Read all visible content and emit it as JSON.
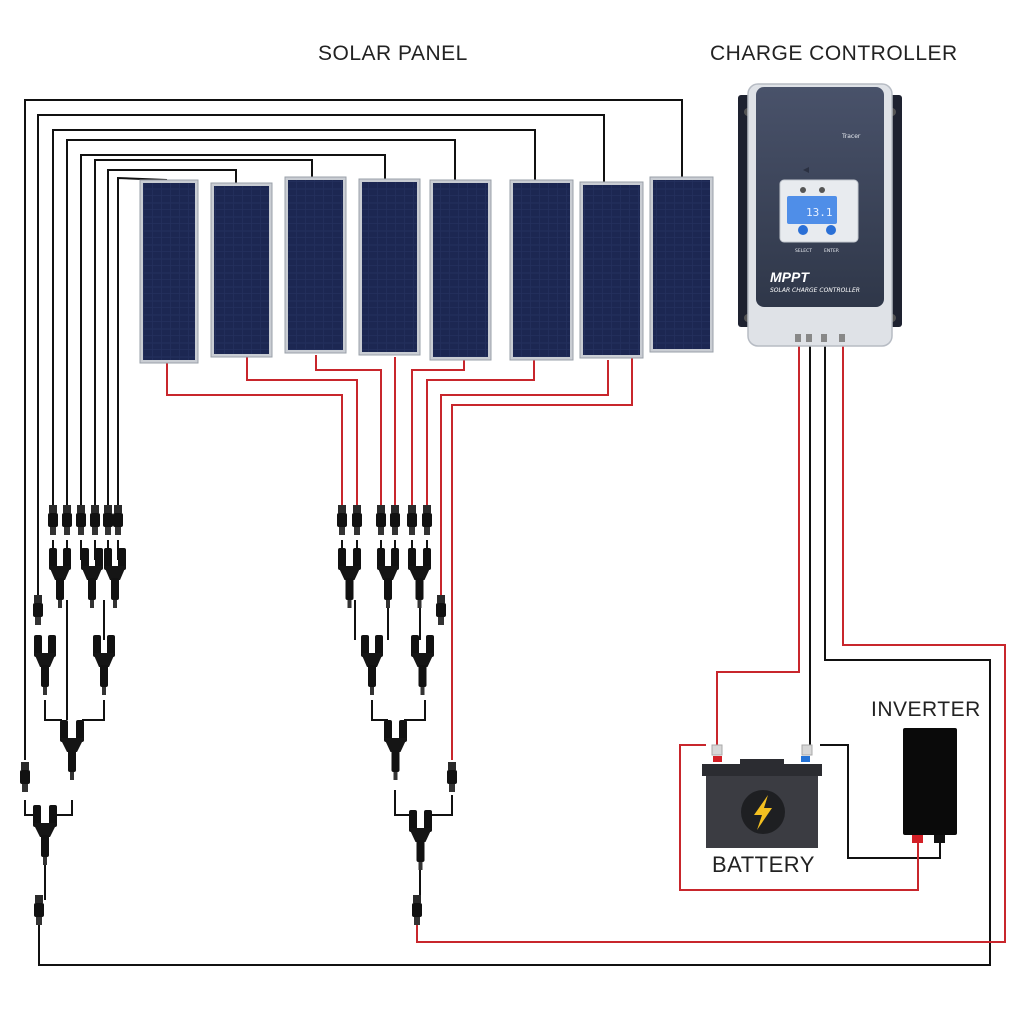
{
  "labels": {
    "solar_panel": "SOLAR PANEL",
    "charge_controller": "CHARGE CONTROLLER",
    "inverter": "INVERTER",
    "battery": "BATTERY"
  },
  "controller": {
    "brand": "Tracer",
    "display_value": "13.1",
    "button_left": "SELECT",
    "button_right": "ENTER",
    "mppt_title": "MPPT",
    "subtitle": "SOLAR CHARGE CONTROLLER"
  },
  "colors": {
    "positive_wire": "#c8262c",
    "negative_wire": "#111111",
    "panel_cell": "#1e2a55",
    "panel_frame": "#c9cdd3",
    "controller_body": "#3a4356",
    "battery_body": "#3b3c42"
  },
  "icons": {
    "battery_symbol": "lightning-bolt-icon"
  }
}
